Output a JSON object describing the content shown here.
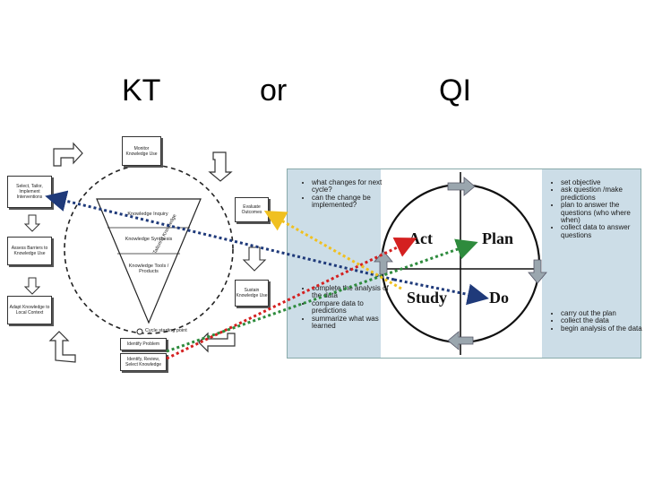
{
  "titles": {
    "left": "KT",
    "middle": "or",
    "right": "QI"
  },
  "kt_cycle": {
    "monitor": "Monitor Knowledge Use",
    "evaluate": "Evaluate Outcomes",
    "sustain": "Sustain Knowledge Use",
    "select": "Select, Tailor, Implement Interventions",
    "assess": "Assess Barriers to Knowledge Use",
    "adapt": "Adapt Knowledge to Local Context",
    "identify_problem": "Identify Problem",
    "identify_review": "Identify, Review, Select Knowledge",
    "funnel_inquiry": "Knowledge Inquiry",
    "funnel_synthesis": "Knowledge Synthesis",
    "funnel_tools": "Knowledge Tools / Products",
    "tailoring": "Tailoring Knowledge",
    "cycle_note": "Cycle starting point"
  },
  "pdsa": {
    "act": "Act",
    "plan": "Plan",
    "study": "Study",
    "do": "Do",
    "act_items": [
      "what changes for next cycle?",
      "can the change be implemented?"
    ],
    "plan_items": [
      "set objective",
      "ask question /make predictions",
      "plan to answer the questions (who where when)",
      "collect data to answer questions"
    ],
    "study_items": [
      "complete the analysis of the data",
      "compare data to predictions",
      "summarize what was learned"
    ],
    "do_items": [
      "carry out the plan",
      "collect the data",
      "begin analysis of the data"
    ]
  },
  "colors": {
    "panel_bg": "#ccdde7",
    "arrow_navy": "#1f3a7a",
    "arrow_red": "#d42020",
    "arrow_green": "#2e8b3d",
    "arrow_yellow": "#f0c020"
  }
}
